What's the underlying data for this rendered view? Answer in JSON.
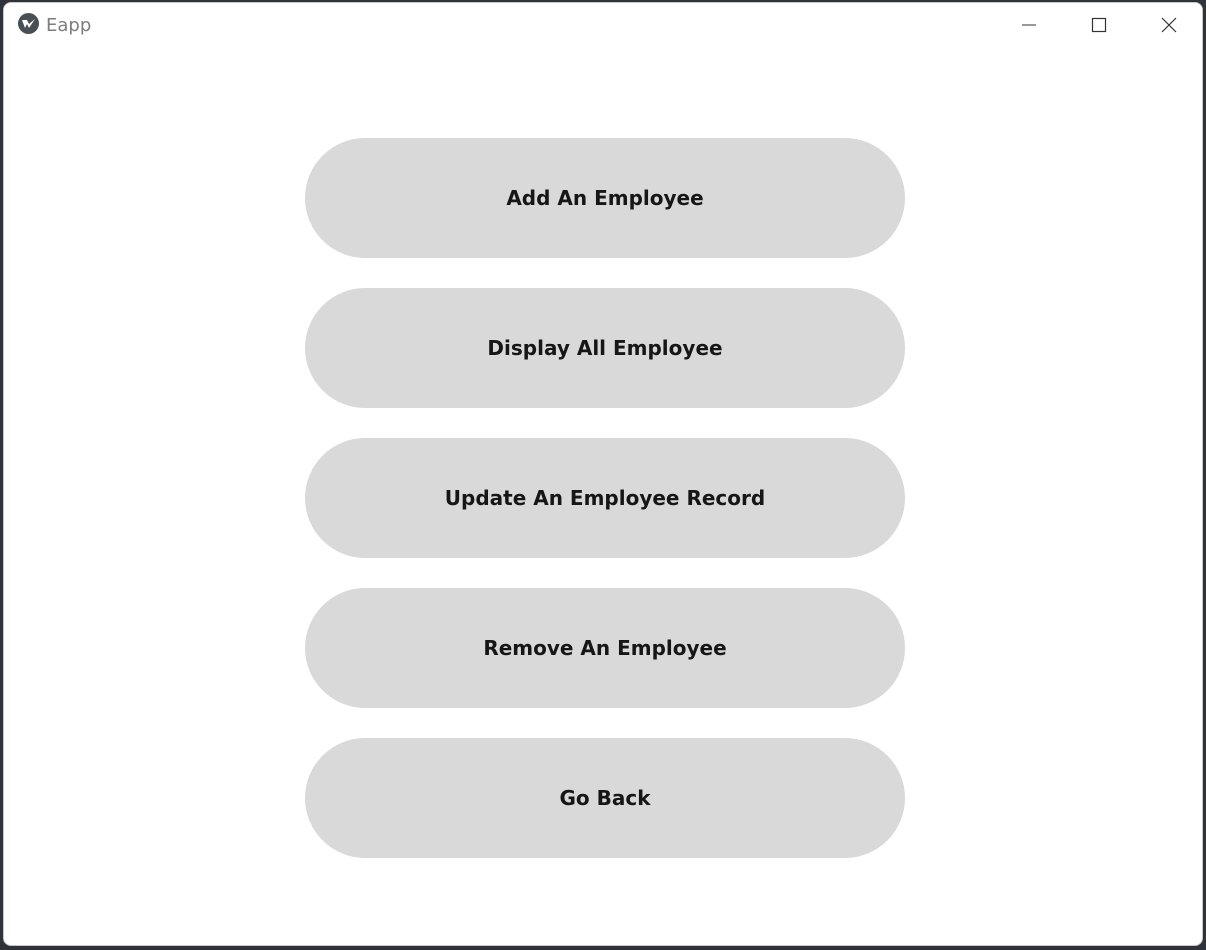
{
  "window": {
    "title": "Eapp",
    "controls": {
      "minimize_icon": "minimize-icon",
      "maximize_icon": "maximize-icon",
      "close_icon": "close-icon"
    }
  },
  "menu": {
    "buttons": [
      {
        "label": "Add An Employee"
      },
      {
        "label": "Display All Employee"
      },
      {
        "label": "Update An Employee Record"
      },
      {
        "label": "Remove An Employee"
      },
      {
        "label": "Go Back"
      }
    ]
  },
  "colors": {
    "button_bg": "#d8d9d8",
    "button_text": "#161616",
    "window_bg": "#ffffff",
    "title_text": "#7d7d7d"
  }
}
